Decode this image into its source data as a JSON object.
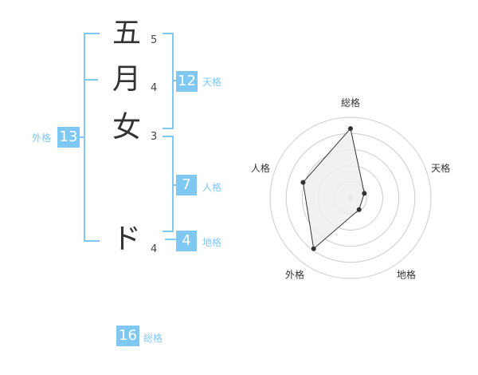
{
  "name_chars": [
    {
      "char": "五",
      "strokes": "5"
    },
    {
      "char": "月",
      "strokes": "4"
    },
    {
      "char": "女",
      "strokes": "3"
    },
    {
      "char": "ド",
      "strokes": "4"
    }
  ],
  "kakusu": {
    "tenkaku": {
      "value": "12",
      "label": "天格"
    },
    "jinkaku": {
      "value": "7",
      "label": "人格"
    },
    "chikaku": {
      "value": "4",
      "label": "地格"
    },
    "gaikaku": {
      "value": "13",
      "label": "外格"
    },
    "soukaku": {
      "value": "16",
      "label": "総格"
    }
  },
  "chart_data": {
    "type": "radar",
    "axes": [
      "総格",
      "天格",
      "地格",
      "外格",
      "人格"
    ],
    "values": [
      4.3,
      0.9,
      0.9,
      3.9,
      3.1
    ],
    "max": 5,
    "colors": {
      "fill": "#eeeeee",
      "stroke": "#333333",
      "grid": "#cccccc",
      "center": "#cccccc"
    }
  }
}
